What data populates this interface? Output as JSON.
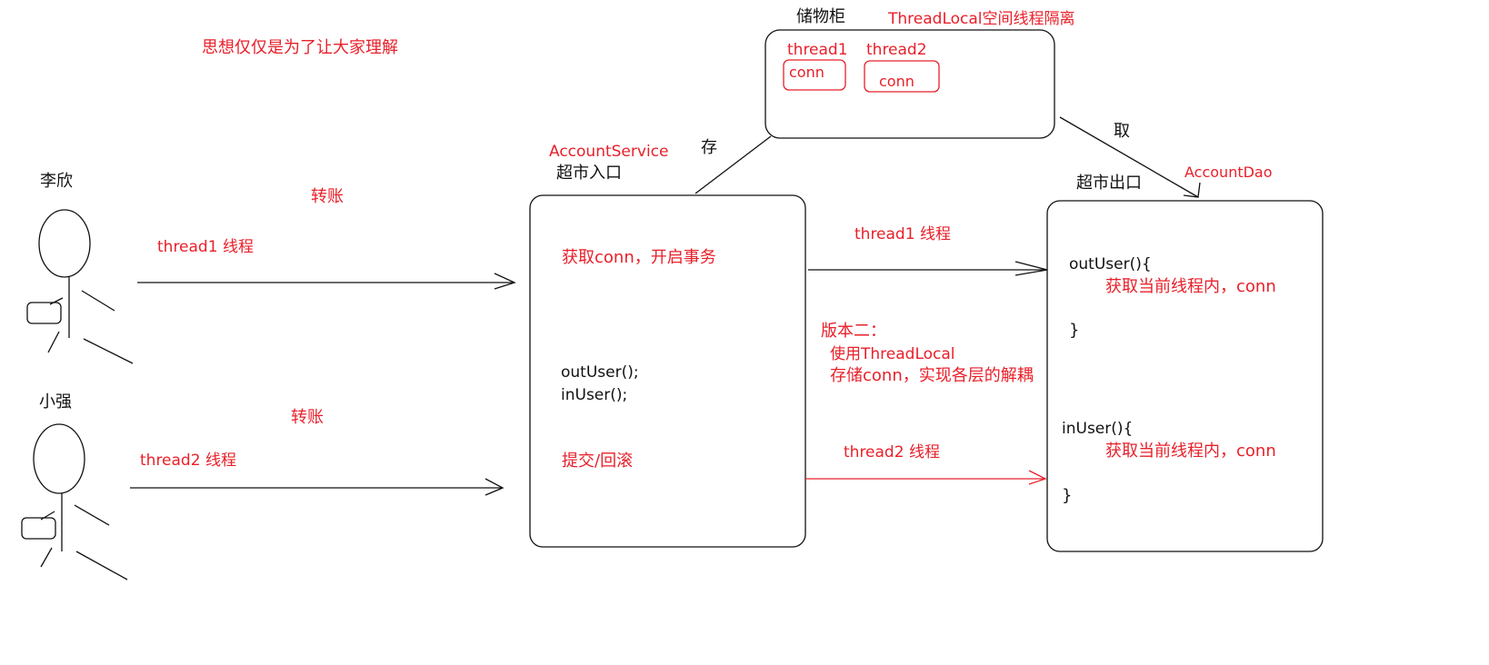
{
  "note": "思想仅仅是为了让大家理解",
  "storage": {
    "title": "储物柜",
    "subtitle": "ThreadLocal空间线程隔离",
    "slot1_label": "thread1",
    "slot1_value": "conn",
    "slot2_label": "thread2",
    "slot2_value": "conn",
    "put_label": "存",
    "get_label": "取"
  },
  "users": {
    "user1_name": "李欣",
    "user1_action": "转账",
    "user1_thread": "thread1 线程",
    "user2_name": "小强",
    "user2_action": "转账",
    "user2_thread": "thread2 线程"
  },
  "service": {
    "class_name": "AccountService",
    "caption": "超市入口",
    "step1": "获取conn，开启事务",
    "call1": "outUser();",
    "call2": "inUser();",
    "step3": "提交/回滚"
  },
  "dao": {
    "class_name": "AccountDao",
    "caption": "超市出口",
    "method1_sig": "outUser(){",
    "method1_body": "获取当前线程内，conn",
    "method1_end": "}",
    "method2_sig": "inUser(){",
    "method2_body": "获取当前线程内，conn",
    "method2_end": "}"
  },
  "middle": {
    "thread1_label": "thread1 线程",
    "thread2_label": "thread2 线程",
    "version_title": "版本二：",
    "version_line1": "使用ThreadLocal",
    "version_line2": "存储conn，实现各层的解耦"
  },
  "colors": {
    "red": "#e8202a",
    "black": "#111111"
  }
}
